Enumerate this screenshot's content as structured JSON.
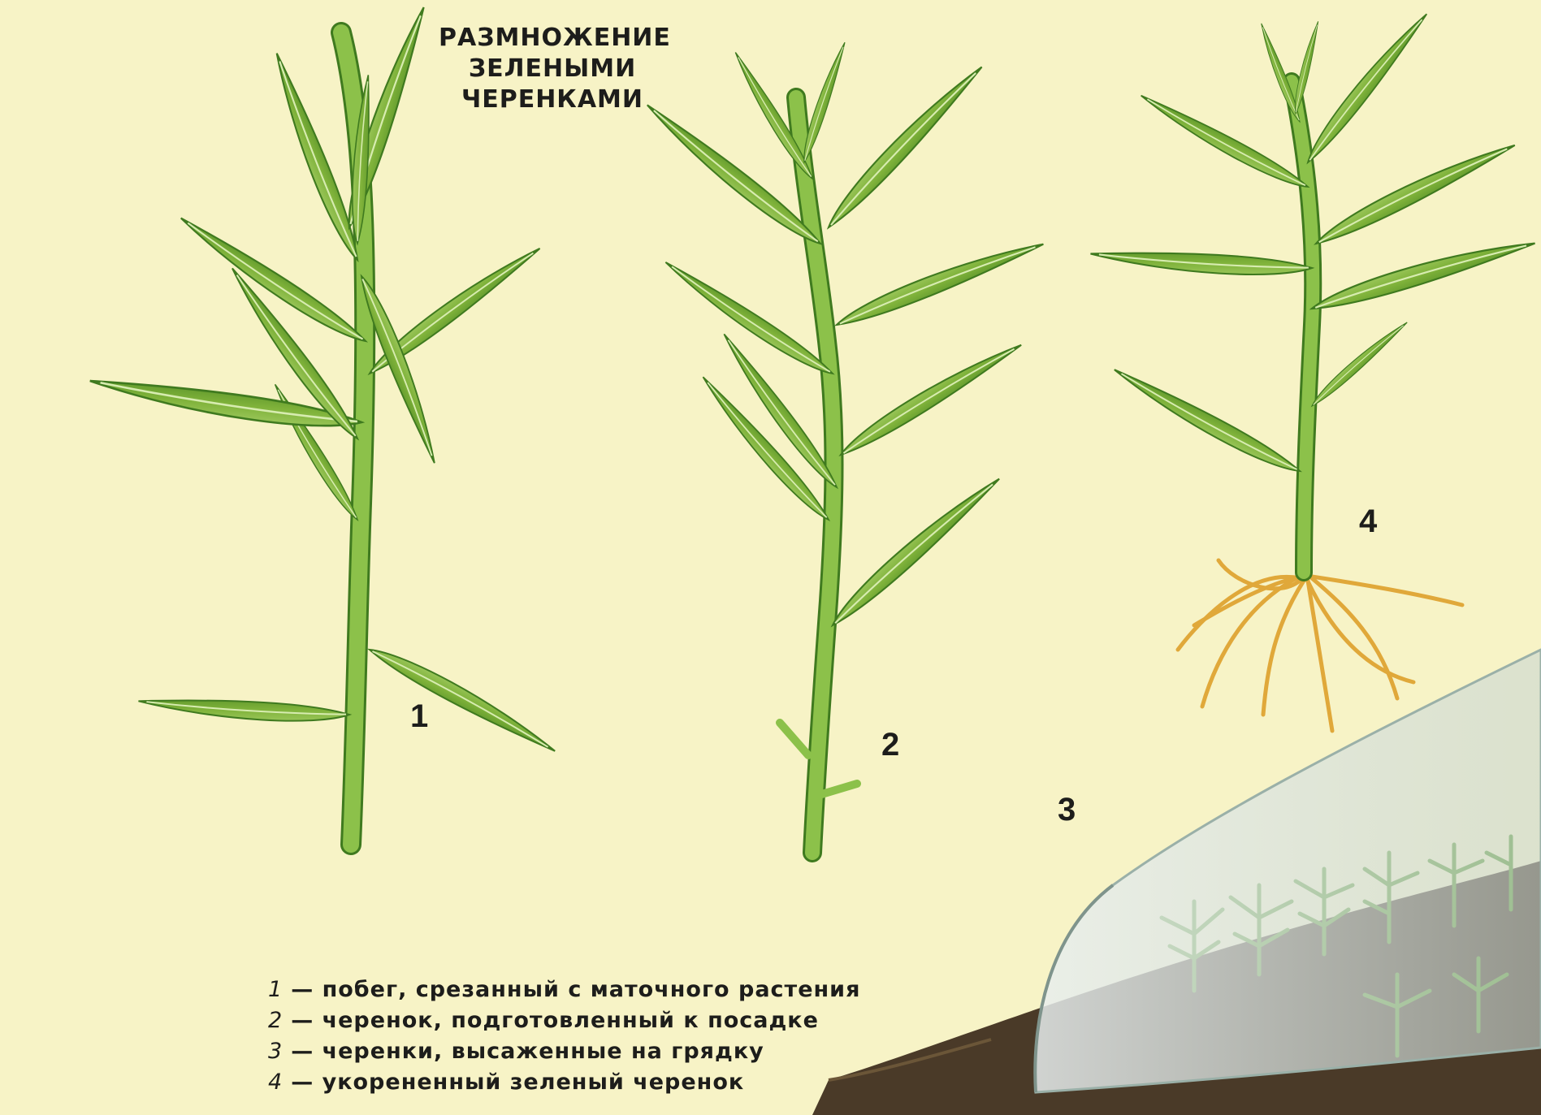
{
  "title": {
    "line1": "РАЗМНОЖЕНИЕ",
    "line2": "ЗЕЛЕНЫМИ",
    "line3": "ЧЕРЕНКАМИ"
  },
  "figure_labels": [
    "1",
    "2",
    "3",
    "4"
  ],
  "legend": [
    {
      "num": "1",
      "text": "— побег, срезанный с маточного растения"
    },
    {
      "num": "2",
      "text": "— черенок, подготовленный к посадке"
    },
    {
      "num": "3",
      "text": "— черенки, высаженные на грядку"
    },
    {
      "num": "4",
      "text": "— укорененный зеленый черенок"
    }
  ],
  "colors": {
    "background": "#f7f3c6",
    "leaf": "#7fb23a",
    "leaf_light": "#b9d98a",
    "leaf_dark": "#3f7a1f",
    "stem": "#8cc14a",
    "root": "#e0a83a",
    "soil": "#4a3a28",
    "film": "#d9e4e4"
  }
}
